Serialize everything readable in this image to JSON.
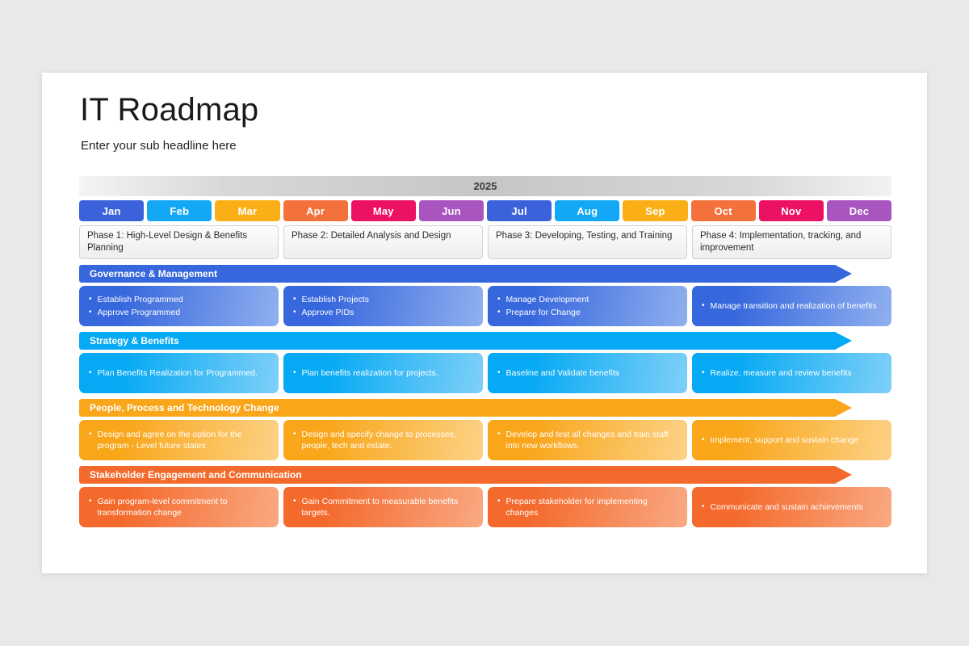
{
  "slide": {
    "title": "IT Roadmap",
    "subtitle": "Enter your sub headline here",
    "year": "2025"
  },
  "months": [
    {
      "label": "Jan",
      "color": "#3b62db"
    },
    {
      "label": "Feb",
      "color": "#12a8f5"
    },
    {
      "label": "Mar",
      "color": "#fbaf17"
    },
    {
      "label": "Apr",
      "color": "#f4713c"
    },
    {
      "label": "May",
      "color": "#ec1163"
    },
    {
      "label": "Jun",
      "color": "#a855c0"
    },
    {
      "label": "Jul",
      "color": "#3b62db"
    },
    {
      "label": "Aug",
      "color": "#12a8f5"
    },
    {
      "label": "Sep",
      "color": "#fbaf17"
    },
    {
      "label": "Oct",
      "color": "#f4713c"
    },
    {
      "label": "Nov",
      "color": "#ec1163"
    },
    {
      "label": "Dec",
      "color": "#a855c0"
    }
  ],
  "phases": [
    {
      "text": "Phase 1: High-Level Design & Benefits Planning"
    },
    {
      "text": "Phase 2: Detailed Analysis and Design"
    },
    {
      "text": "Phase 3: Developing, Testing, and Training"
    },
    {
      "text": "Phase 4: Implementation, tracking, and improvement"
    }
  ],
  "lanes": [
    {
      "title": "Governance & Management",
      "header_color": "#3767dd",
      "card_from": "#3767dd",
      "card_to": "#8fb0ef",
      "cards": [
        {
          "bullets": [
            "Establish Programmed",
            "Approve Programmed"
          ]
        },
        {
          "bullets": [
            "Establish Projects",
            "Approve PIDs"
          ]
        },
        {
          "bullets": [
            "Manage Development",
            "Prepare for Change"
          ]
        },
        {
          "bullets": [
            "Manage transition and realization of benefits"
          ]
        }
      ]
    },
    {
      "title": "Strategy & Benefits",
      "header_color": "#05a9f4",
      "card_from": "#05a9f4",
      "card_to": "#7ed0f8",
      "cards": [
        {
          "bullets": [
            "Plan Benefits Realization for Programmed."
          ]
        },
        {
          "bullets": [
            "Plan benefits realization for projects."
          ]
        },
        {
          "bullets": [
            "Baseline and Validate benefits"
          ]
        },
        {
          "bullets": [
            "Realize, measure and review benefits"
          ]
        }
      ]
    },
    {
      "title": "People, Process and Technology Change",
      "header_color": "#f9a61a",
      "card_from": "#f9a61a",
      "card_to": "#fcd286",
      "cards": [
        {
          "bullets": [
            "Design and agree on the option for the program - Level future states"
          ]
        },
        {
          "bullets": [
            "Design and specify change to processes, people, tech and estate."
          ]
        },
        {
          "bullets": [
            "Develop and test all changes and train staff into new workflows."
          ]
        },
        {
          "bullets": [
            "Implement, support and sustain change"
          ]
        }
      ]
    },
    {
      "title": "Stakeholder Engagement and Communication",
      "header_color": "#f4692c",
      "card_from": "#f4692c",
      "card_to": "#f9a982",
      "cards": [
        {
          "bullets": [
            "Gain program-level commitment to transformation change"
          ]
        },
        {
          "bullets": [
            "Gain Commitment to measurable benefits targets."
          ]
        },
        {
          "bullets": [
            "Prepare stakeholder for implementing changes"
          ]
        },
        {
          "bullets": [
            "Communicate and sustain achievements"
          ]
        }
      ]
    }
  ],
  "bullet_glyph": "•"
}
